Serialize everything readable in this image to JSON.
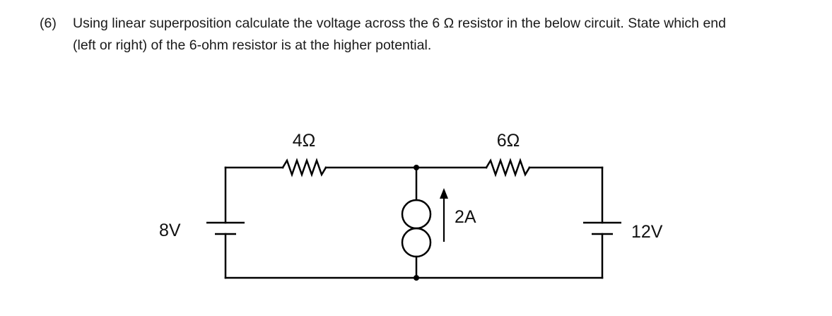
{
  "question": {
    "number": "(6)",
    "line1": "Using linear superposition calculate the voltage across the 6 Ω resistor in the below circuit. State which end",
    "line2": "(left or right) of the 6-ohm resistor is at the higher potential."
  },
  "circuit": {
    "left_source_label": "8V",
    "right_source_label": "12V",
    "resistor_left_label": "4Ω",
    "resistor_right_label": "6Ω",
    "current_source_label": "2A"
  },
  "colors": {
    "wire": "#000000",
    "text": "#1a1a1a"
  }
}
